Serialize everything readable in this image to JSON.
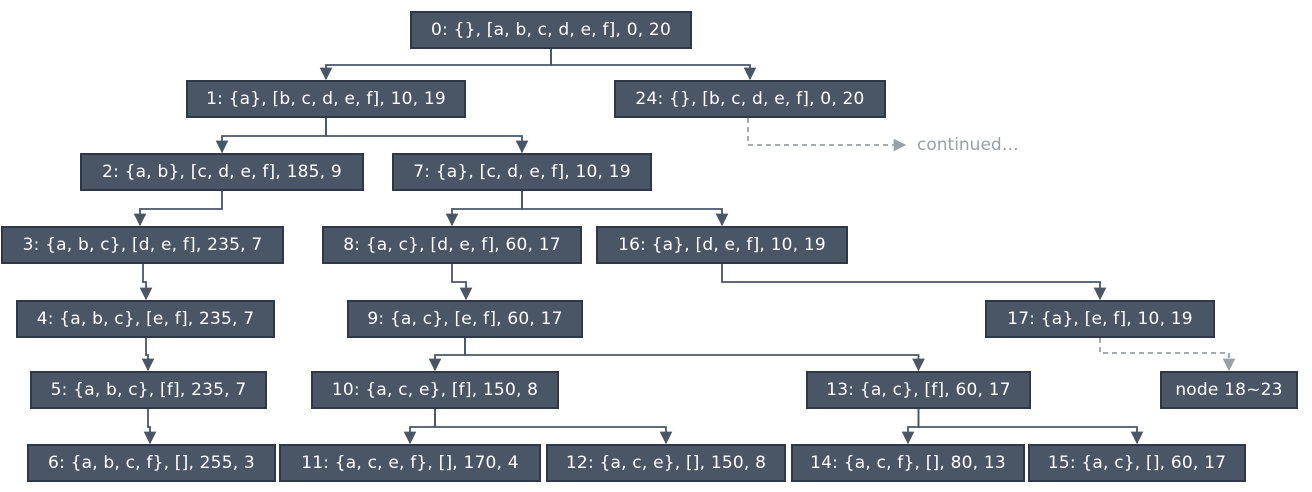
{
  "nodes": [
    {
      "id": "n0",
      "label": "0: {}, [a, b, c, d, e, f], 0, 20"
    },
    {
      "id": "n1",
      "label": "1: {a}, [b, c, d, e, f], 10, 19"
    },
    {
      "id": "n24",
      "label": "24: {}, [b, c, d, e, f], 0, 20"
    },
    {
      "id": "n2",
      "label": "2: {a, b}, [c, d, e, f], 185, 9"
    },
    {
      "id": "n7",
      "label": "7: {a}, [c, d, e, f], 10, 19"
    },
    {
      "id": "n3",
      "label": "3: {a, b, c}, [d, e, f], 235, 7"
    },
    {
      "id": "n8",
      "label": "8: {a, c}, [d, e, f], 60, 17"
    },
    {
      "id": "n16",
      "label": "16: {a}, [d, e, f], 10, 19"
    },
    {
      "id": "n4",
      "label": "4: {a, b, c}, [e, f], 235, 7"
    },
    {
      "id": "n9",
      "label": "9: {a, c}, [e, f], 60, 17"
    },
    {
      "id": "n17",
      "label": "17: {a}, [e, f], 10, 19"
    },
    {
      "id": "n5",
      "label": "5: {a, b, c}, [f], 235, 7"
    },
    {
      "id": "n10",
      "label": "10: {a, c, e}, [f], 150, 8"
    },
    {
      "id": "n13",
      "label": "13: {a, c}, [f], 60, 17"
    },
    {
      "id": "n18",
      "label": "node 18~23"
    },
    {
      "id": "n6",
      "label": "6: {a, b, c, f}, [], 255, 3"
    },
    {
      "id": "n11",
      "label": "11: {a, c, e, f}, [], 170, 4"
    },
    {
      "id": "n12",
      "label": "12: {a, c, e}, [], 150, 8"
    },
    {
      "id": "n14",
      "label": "14: {a, c, f}, [], 80, 13"
    },
    {
      "id": "n15",
      "label": "15: {a, c}, [], 60, 17"
    }
  ],
  "continued_label": "continued…",
  "edges": [
    {
      "from": "n0",
      "to": [
        "n1",
        "n24"
      ]
    },
    {
      "from": "n1",
      "to": [
        "n2",
        "n7"
      ]
    },
    {
      "from": "n2",
      "to": [
        "n3"
      ]
    },
    {
      "from": "n7",
      "to": [
        "n8",
        "n16"
      ]
    },
    {
      "from": "n3",
      "to": [
        "n4"
      ]
    },
    {
      "from": "n8",
      "to": [
        "n9"
      ]
    },
    {
      "from": "n16",
      "to": [
        "n17"
      ]
    },
    {
      "from": "n4",
      "to": [
        "n5"
      ]
    },
    {
      "from": "n9",
      "to": [
        "n10",
        "n13"
      ]
    },
    {
      "from": "n5",
      "to": [
        "n6"
      ]
    },
    {
      "from": "n10",
      "to": [
        "n11",
        "n12"
      ]
    },
    {
      "from": "n13",
      "to": [
        "n14",
        "n15"
      ]
    }
  ],
  "dashed_edges": [
    {
      "from": "n17",
      "to": "n18"
    },
    {
      "from": "n24",
      "to": "continued"
    }
  ],
  "colors": {
    "node_fill": "#4a5565",
    "node_border": "#2f3846",
    "node_text": "#ffffff",
    "edge": "#4a5565",
    "dashed_edge": "#9aa0a6"
  }
}
